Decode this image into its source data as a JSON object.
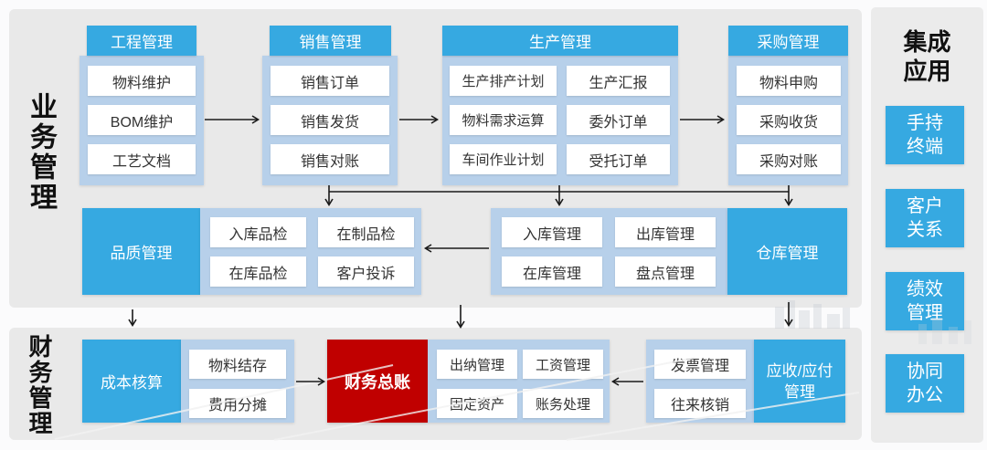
{
  "side_labels": {
    "business": "业务管理",
    "finance": "财务管理"
  },
  "columns": [
    {
      "title": "工程管理",
      "items": [
        "物料维护",
        "BOM维护",
        "工艺文档"
      ]
    },
    {
      "title": "销售管理",
      "items": [
        "销售订单",
        "销售发货",
        "销售对账"
      ]
    },
    {
      "title": "生产管理",
      "items": [
        "生产排产计划",
        "物料需求运算",
        "车间作业计划",
        "生产汇报",
        "委外订单",
        "受托订单"
      ]
    },
    {
      "title": "采购管理",
      "items": [
        "物料申购",
        "采购收货",
        "采购对账"
      ]
    }
  ],
  "quality": {
    "title": "品质管理",
    "items": [
      "入库品检",
      "在制品检",
      "在库品检",
      "客户投诉"
    ]
  },
  "warehouse": {
    "title": "仓库管理",
    "items": [
      "入库管理",
      "出库管理",
      "在库管理",
      "盘点管理"
    ]
  },
  "cost": {
    "title": "成本核算",
    "items": [
      "物料结存",
      "费用分摊"
    ]
  },
  "ledger": {
    "title": "财务总账",
    "items": [
      "出纳管理",
      "工资管理",
      "固定资产",
      "账务处理"
    ]
  },
  "receivable": {
    "title": "应收/应付\n管理",
    "items": [
      "发票管理",
      "往来核销"
    ]
  },
  "integration": {
    "title": "集成\n应用",
    "apps": [
      "手持\n终端",
      "客户\n关系",
      "绩效\n管理",
      "协同\n办公"
    ]
  },
  "colors": {
    "accent_blue": "#36a9e1",
    "container_blue": "#b7d0ea",
    "ledger_red": "#c00000",
    "panel_gray": "#e9e9e9",
    "arrow_black": "#1a1a1a"
  }
}
